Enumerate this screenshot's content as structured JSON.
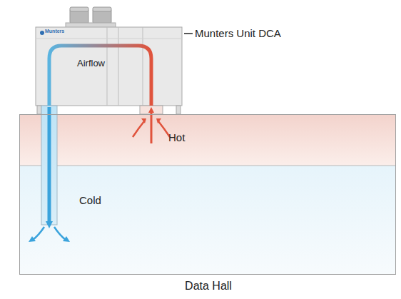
{
  "diagram": {
    "nodes": [
      {
        "text": [
          "Data Hall"
        ]
      },
      {
        "text": [
          "Hot"
        ],
        "in": 0
      },
      {
        "text": [
          "Cold"
        ],
        "in": 0
      },
      {
        "text": [
          "Munters",
          "Airflow"
        ]
      }
    ],
    "edges": [
      {
        "from": 1,
        "to": 3,
        "arrow": "to"
      },
      {
        "from": 3,
        "to": 2,
        "arrow": "to"
      }
    ],
    "labels": [
      "Munters Unit DCA"
    ]
  }
}
